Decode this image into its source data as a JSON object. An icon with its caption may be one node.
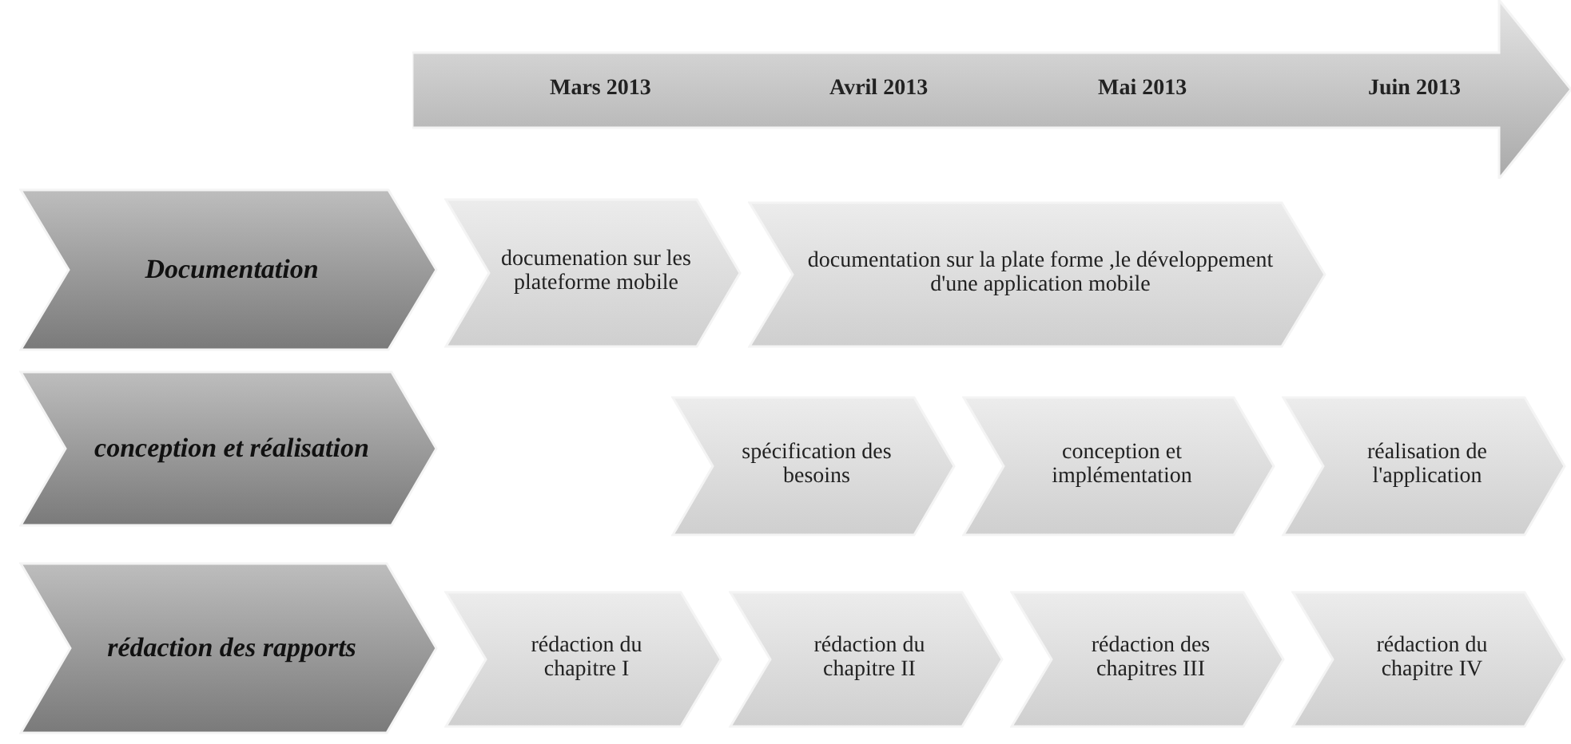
{
  "diagram": {
    "nodes": [
      {
        "text": [
          "Mars 2013",
          "Avril 2013",
          "Mai 2013",
          "Juin 2013"
        ]
      },
      {
        "text": [
          "Documentation"
        ]
      },
      {
        "text": [
          "documenation sur les plateforme mobile"
        ]
      },
      {
        "text": [
          "documentation sur la plate forme ,le développement d'une application mobile"
        ]
      },
      {
        "text": [
          "conception et réalisation"
        ]
      },
      {
        "text": [
          "spécification des besoins"
        ]
      },
      {
        "text": [
          "conception et implémentation"
        ]
      },
      {
        "text": [
          "réalisation de l'application"
        ]
      },
      {
        "text": [
          "rédaction des rapports"
        ]
      },
      {
        "text": [
          "rédaction du chapitre I"
        ]
      },
      {
        "text": [
          "rédaction du chapitre II"
        ]
      },
      {
        "text": [
          "rédaction des chapitres III"
        ]
      },
      {
        "text": [
          "rédaction du chapitre IV"
        ]
      }
    ]
  }
}
